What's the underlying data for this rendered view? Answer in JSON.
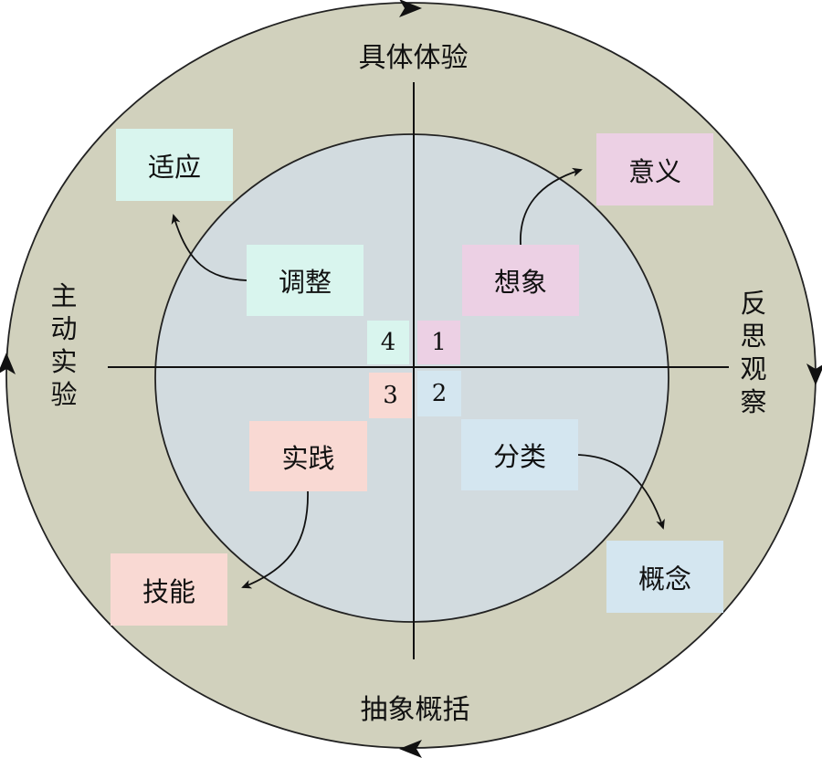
{
  "axes": {
    "top": "具体体验",
    "bottom": "抽象概括",
    "left": [
      "主",
      "动",
      "实",
      "验"
    ],
    "right": [
      "反",
      "思",
      "观",
      "察"
    ]
  },
  "numbers": {
    "q1": "1",
    "q2": "2",
    "q3": "3",
    "q4": "4"
  },
  "inner_boxes": {
    "tiaozheng": "调整",
    "xiangxiang": "想象",
    "shijian": "实践",
    "fenlei": "分类"
  },
  "outer_boxes": {
    "shiying": "适应",
    "yiyi": "意义",
    "jineng": "技能",
    "gainian": "概念"
  },
  "colors": {
    "outer_ring": "#d1d1bd",
    "inner_circle": "#d2dbdf",
    "green": "#d9f5ee",
    "pink": "#ecd0e4",
    "peach": "#f9d9d3",
    "blue": "#d4e6f0"
  }
}
